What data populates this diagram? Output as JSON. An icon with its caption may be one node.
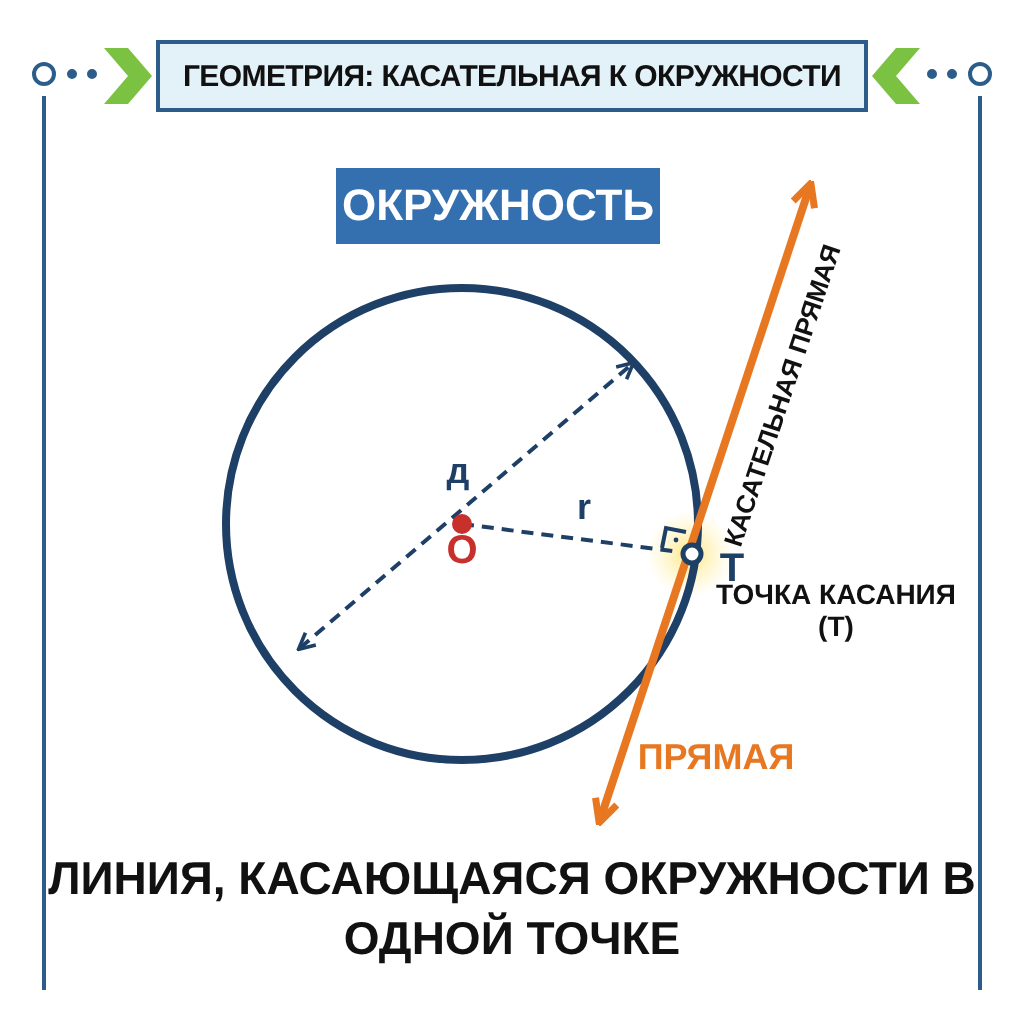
{
  "diagram": {
    "title": "ГЕОМЕТРИЯ: КАСАТЕЛЬНАЯ К ОКРУЖНОСТИ",
    "nodes": [
      {
        "text": [
          "ОКРУЖНОСТЬ"
        ]
      }
    ],
    "labels": [
      "д",
      "О",
      "r",
      "Т",
      "КАСАТЕЛЬНАЯ ПРЯМАЯ",
      "ТОЧКА КАСАНИЯ (Т)",
      "ПРЯМАЯ"
    ],
    "caption": "ЛИНИЯ, КАСАЮЩАЯСЯ ОКРУЖНОСТИ В ОДНОЙ ТОЧКЕ"
  }
}
